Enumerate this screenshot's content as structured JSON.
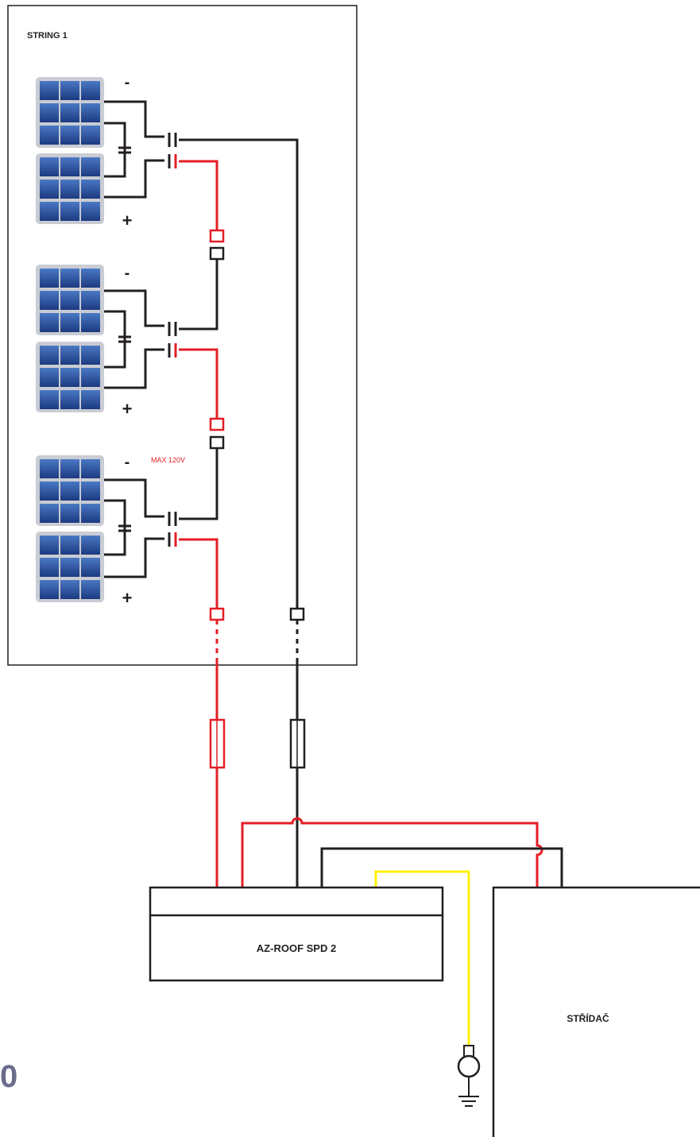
{
  "string_label": "STRING 1",
  "minus_sign": "-",
  "plus_sign": "+",
  "max_voltage_label": "MAX 120V",
  "spd_label": "AZ-ROOF SPD 2",
  "inverter_label": "STŘÍDAČ",
  "page_number": "0",
  "colors": {
    "positive_wire": "#e41e26",
    "negative_wire": "#231f20",
    "ground_wire": "#fff200",
    "panel_cell": "#2e4f9c",
    "panel_frame": "#c9ccd3",
    "page_number": "#6b6b8c"
  },
  "icons": [
    "solar-panel-icon",
    "fuse-icon",
    "ground-icon",
    "connector-icon"
  ]
}
